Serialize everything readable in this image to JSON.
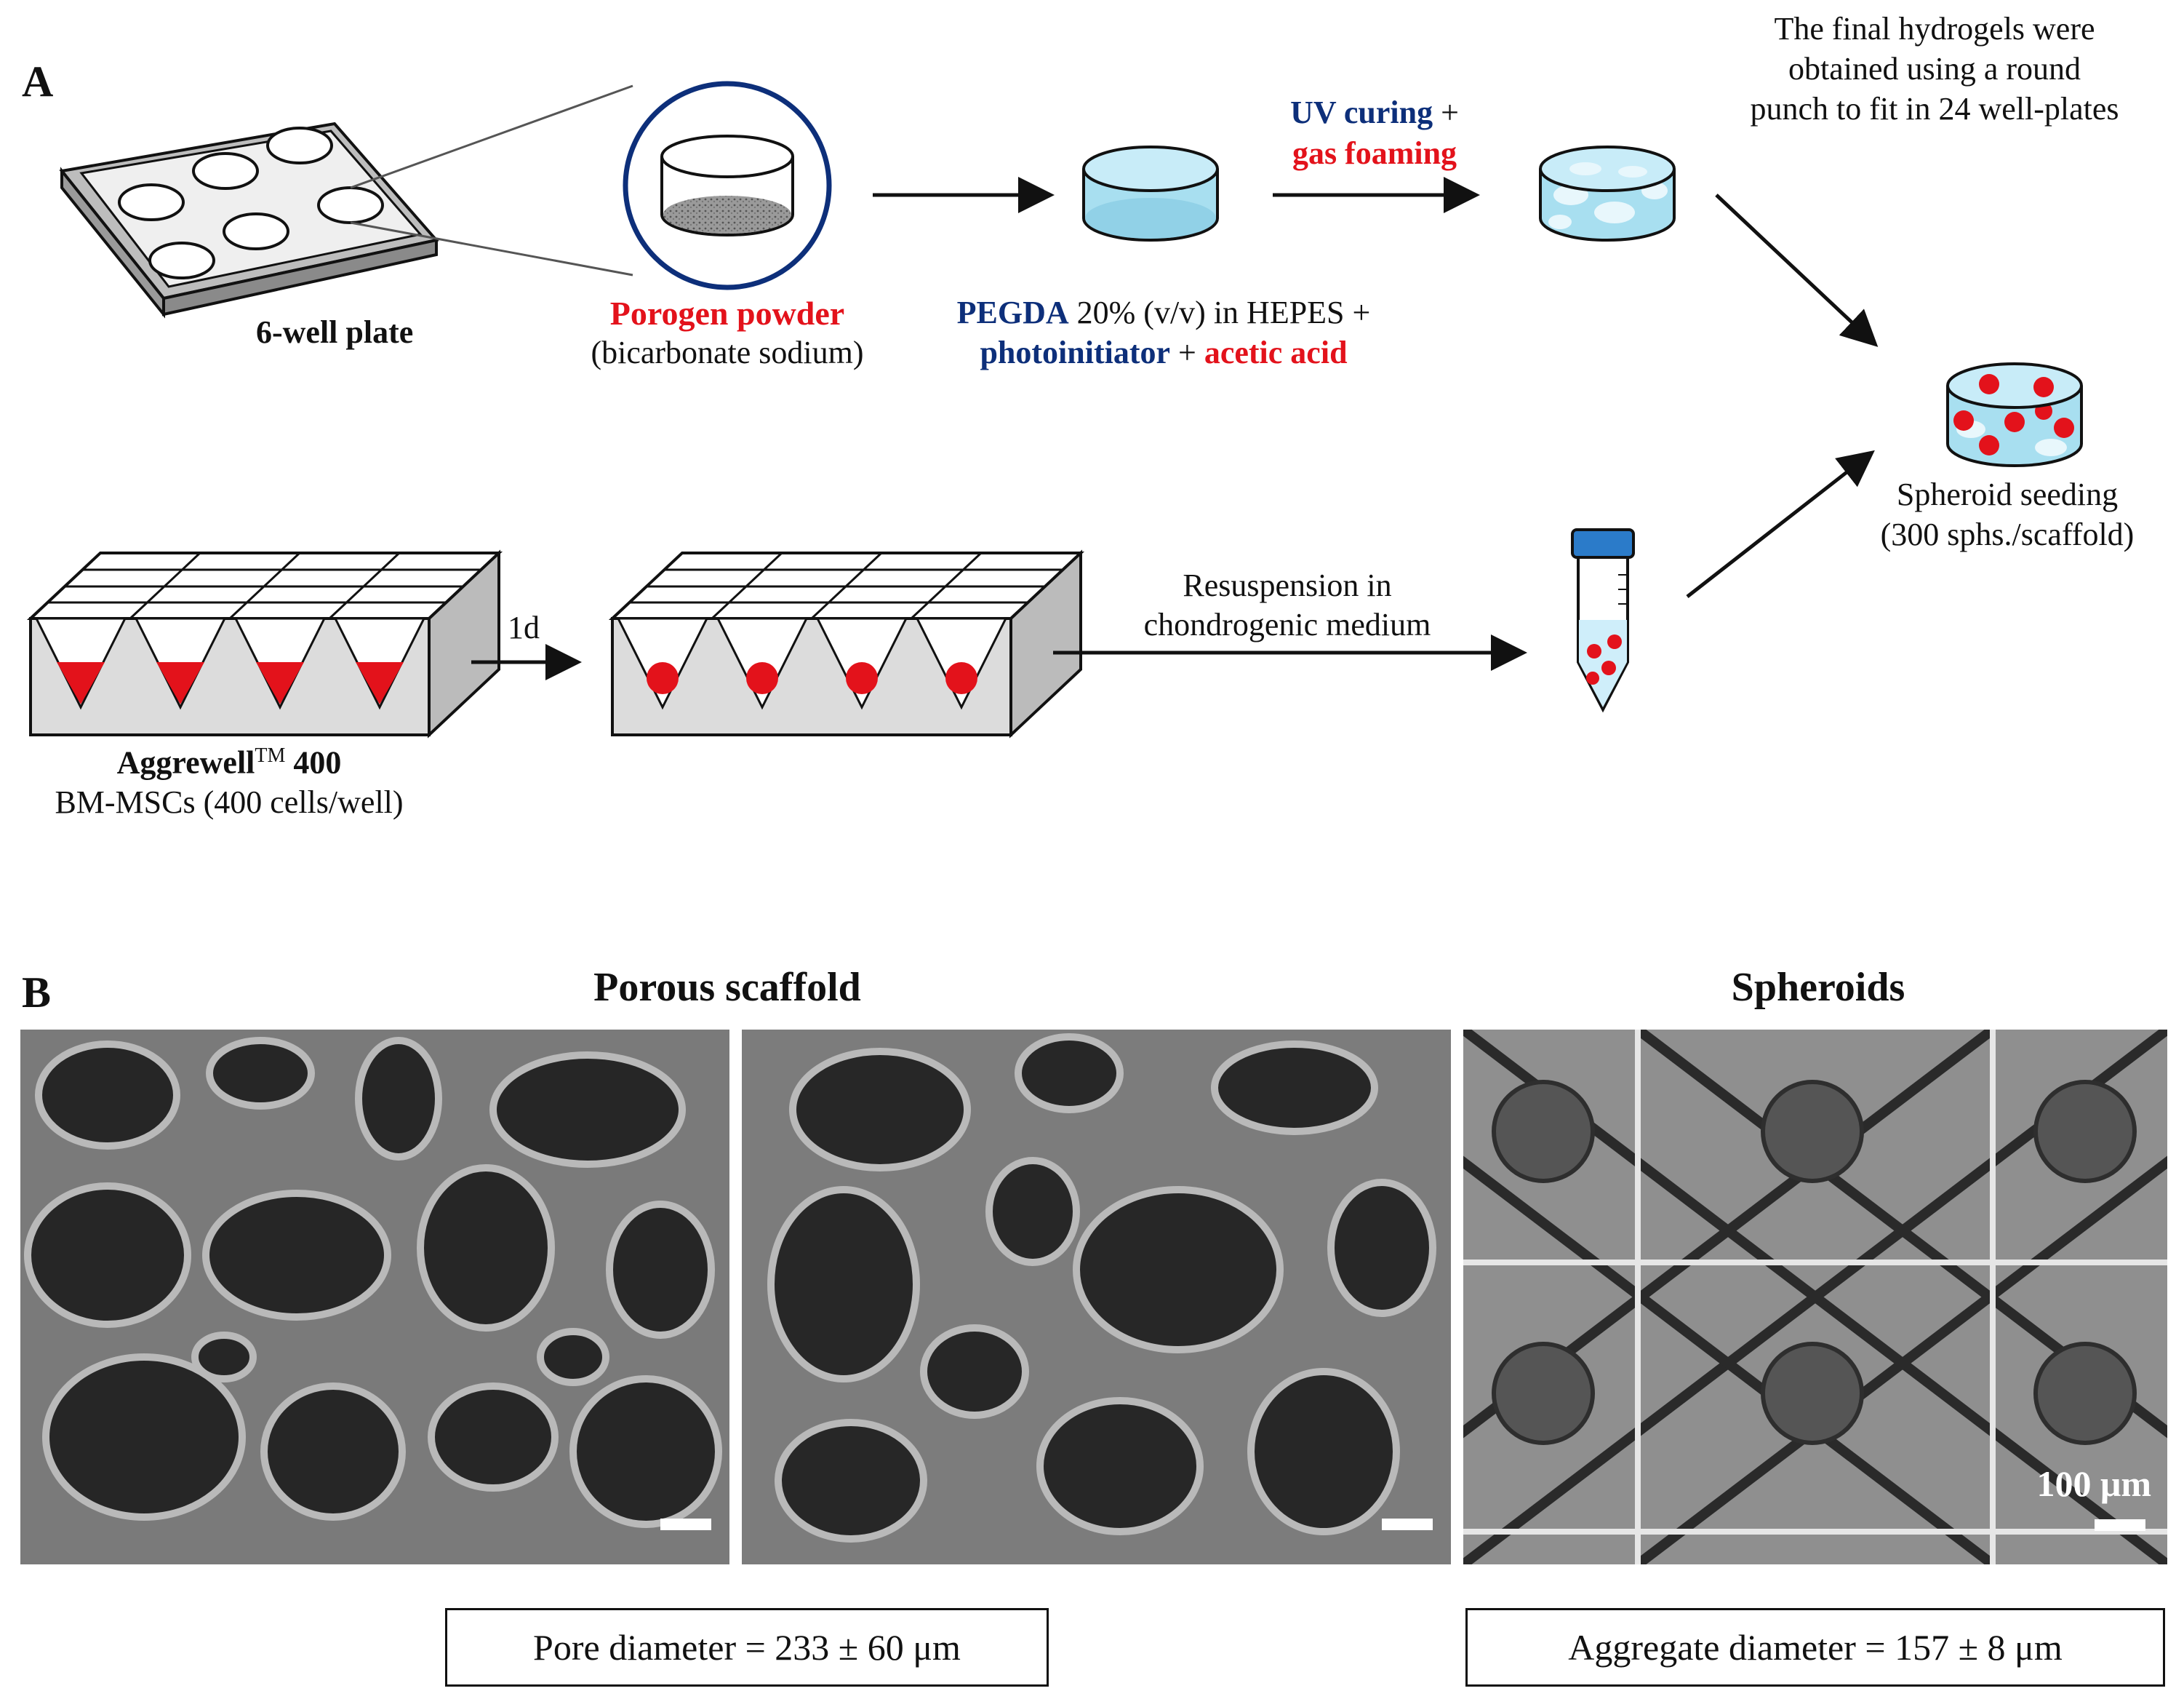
{
  "panel_a": {
    "letter": "A",
    "plate_label": "6-well plate",
    "porogen_title": "Porogen powder",
    "porogen_sub": "(bicarbonate sodium)",
    "pegda_bold": "PEGDA",
    "pegda_rest": " 20% (v/v) in HEPES +",
    "photoinitiator": "photoinitiator",
    "plus": " + ",
    "acetic_acid": "acetic acid",
    "uv_curing": "UV curing",
    "uv_plus": " +",
    "gas_foaming": "gas foaming",
    "final_line1": "The final hydrogels were",
    "final_line2": "obtained using a round",
    "final_line3": "punch to fit in 24 well-plates",
    "seeding_line1": "Spheroid seeding",
    "seeding_line2": "(300 sphs./scaffold)",
    "aggrewell_name": "Aggrewell",
    "aggrewell_tm": "TM",
    "aggrewell_num": " 400",
    "aggrewell_sub": "BM-MSCs (400 cells/well)",
    "day_label": "1d",
    "resusp_line1": "Resuspension in",
    "resusp_line2": "chondrogenic medium"
  },
  "panel_b": {
    "letter": "B",
    "porous_title": "Porous scaffold",
    "spheroids_title": "Spheroids",
    "scale_label": "100 μm",
    "pore_box": "Pore diameter = 233 ± 60 μm",
    "aggregate_box": "Aggregate diameter = 157 ± 8 μm"
  },
  "colors": {
    "red": "#e3121b",
    "blue": "#0d2f7a",
    "hydrogel": "#a8dff0",
    "sem_gray": "#6f6f6f"
  }
}
